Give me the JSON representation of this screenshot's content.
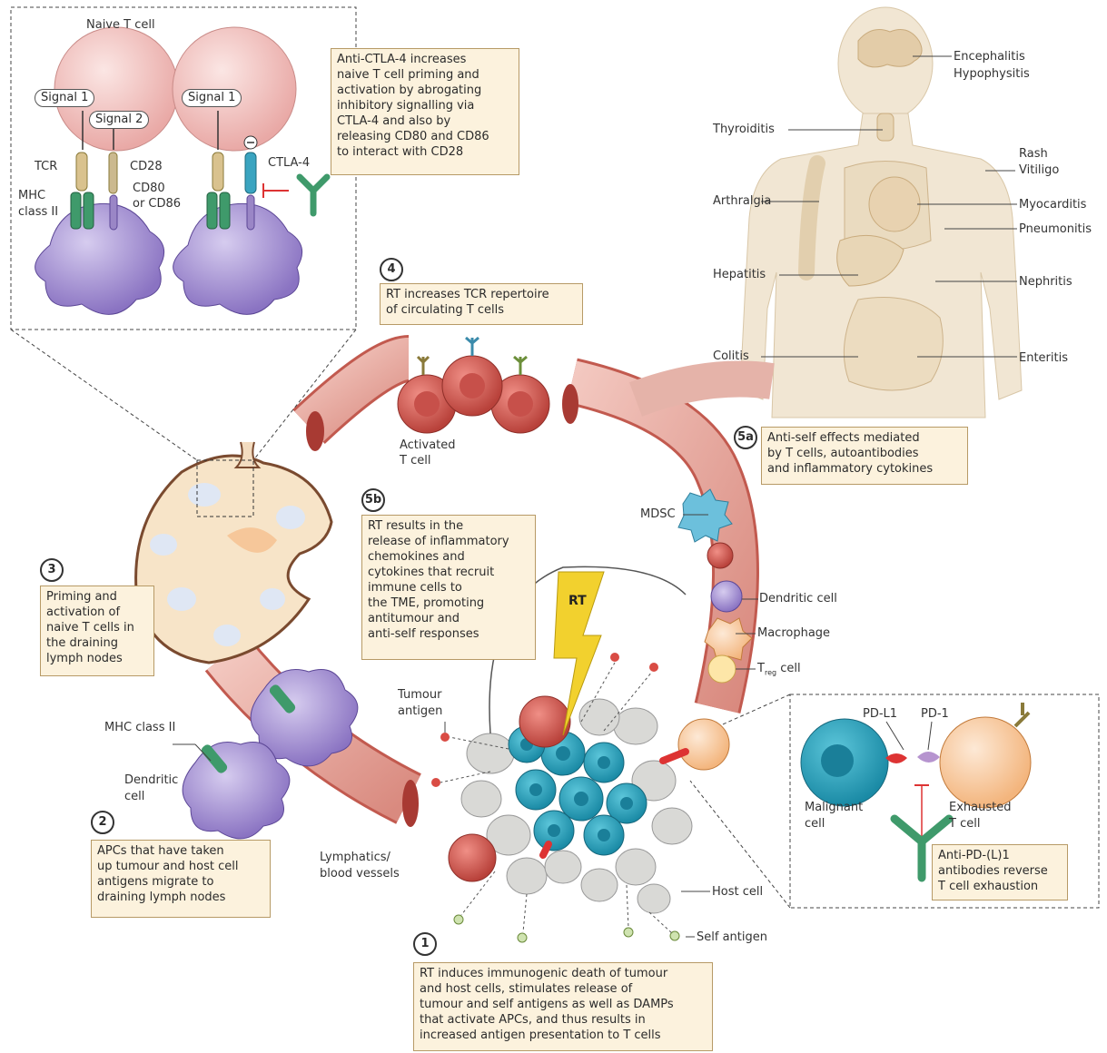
{
  "lymph_node_inset": {
    "naive_t_cell": "Naive T cell",
    "signal1_a": "Signal 1",
    "signal2": "Signal 2",
    "signal1_b": "Signal 1",
    "tcr": "TCR",
    "cd28": "CD28",
    "mhc_class": [
      "MHC",
      "class II"
    ],
    "cd80_86": [
      "CD80",
      "or CD86"
    ],
    "ctla4": "CTLA-4"
  },
  "anti_ctla4_box": [
    "Anti-CTLA-4 increases",
    "naive T cell priming and",
    "activation by abrogating",
    "inhibitory signalling via",
    "CTLA-4 and also by",
    "releasing CD80 and CD86",
    "to interact with CD28"
  ],
  "body_labels": {
    "encephalitis": "Encephalitis",
    "hypophysitis": "Hypophysitis",
    "thyroiditis": "Thyroiditis",
    "rash": "Rash",
    "vitiligo": "Vitiligo",
    "arthralgia": "Arthralgia",
    "myocarditis": "Myocarditis",
    "pneumonitis": "Pneumonitis",
    "hepatitis": "Hepatitis",
    "nephritis": "Nephritis",
    "colitis": "Colitis",
    "enteritis": "Enteritis"
  },
  "steps": {
    "n1": "1",
    "n2": "2",
    "n3": "3",
    "n4": "4",
    "n5a": "5a",
    "n5b": "5b"
  },
  "step4_box": [
    "RT increases TCR repertoire",
    "of circulating T cells"
  ],
  "step5a_box": [
    "Anti-self effects mediated",
    "by T cells, autoantibodies",
    "and inflammatory cytokines"
  ],
  "step5b_box": [
    "RT results in the",
    "release of inflammatory",
    "chemokines and",
    "cytokines that recruit",
    "immune cells to",
    "the TME, promoting",
    "antitumour and",
    "anti-self responses"
  ],
  "step3_box": [
    "Priming and",
    "activation of",
    "naive T cells in",
    "the draining",
    "lymph nodes"
  ],
  "step2_box": [
    "APCs that have taken",
    "up tumour and host cell",
    "antigens migrate to",
    "draining lymph nodes"
  ],
  "step1_box": [
    "RT induces immunogenic death of tumour",
    "and host cells, stimulates release of",
    "tumour and self antigens as well as DAMPs",
    "that activate APCs, and thus results in",
    "increased antigen presentation to T cells"
  ],
  "labels": {
    "activated_t_cell": [
      "Activated",
      "T cell"
    ],
    "mdsc": "MDSC",
    "dendritic_cell": "Dendritic cell",
    "macrophage": "Macrophage",
    "treg": "T",
    "treg_sub": "reg",
    "treg_suffix": "cell",
    "rt": "RT",
    "tumour_antigen": [
      "Tumour",
      "antigen"
    ],
    "mhc_class_ii": "MHC class II",
    "dendritic_cell_lower": [
      "Dendritic",
      "cell"
    ],
    "lymphatics": [
      "Lymphatics/",
      "blood vessels"
    ],
    "host_cell": "Host cell",
    "self_antigen": "Self antigen"
  },
  "pd_inset": {
    "pd_l1": "PD-L1",
    "pd_1": "PD-1",
    "malignant_cell": [
      "Malignant",
      "cell"
    ],
    "exhausted": [
      "Exhausted",
      "T cell"
    ],
    "antibody_box": [
      "Anti-PD-(L)1",
      "antibodies reverse",
      "T cell exhaustion"
    ]
  },
  "colors": {
    "vessel": "#e8a59a",
    "vessel_dark": "#c25a4f",
    "tumour_cell": "#2aa6bf",
    "host_cell": "#d9d9d6",
    "dc_purple": "#9c86cc",
    "t_cell_red": "#d2564e",
    "box_fill": "#fcf2dd",
    "body_fill": "#f1e6d3",
    "rt_bolt": "#f2d12e"
  }
}
